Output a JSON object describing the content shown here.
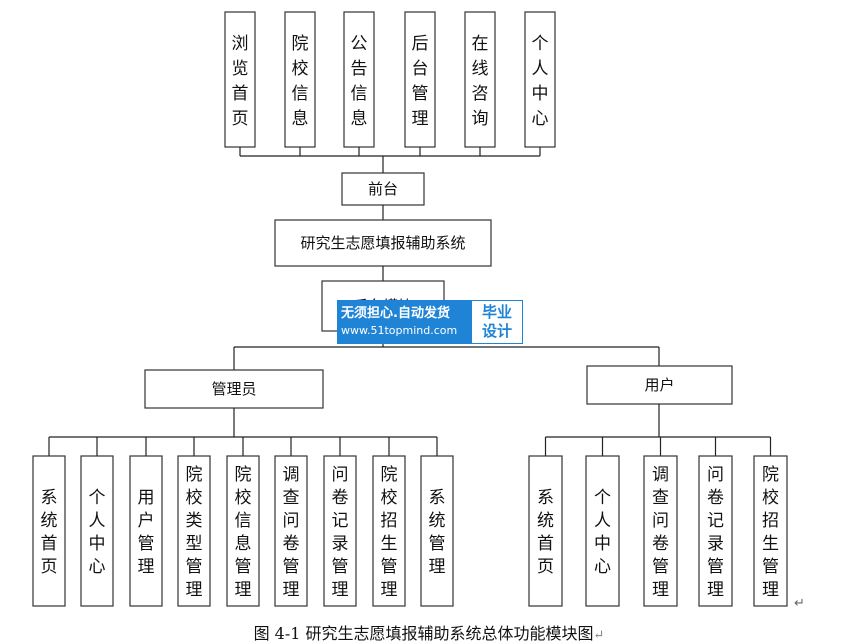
{
  "diagram": {
    "front_modules": [
      "浏览首页",
      "院校信息",
      "公告信息",
      "后台管理",
      "在线咨询",
      "个人中心"
    ],
    "front_label": "前台",
    "system_title": "研究生志愿填报辅助系统",
    "backend_label": "后台模块",
    "roles": [
      {
        "label": "管理员",
        "modules": [
          "系统首页",
          "个人中心",
          "用户管理",
          "院校类型管理",
          "院校信息管理",
          "调查问卷管理",
          "问卷记录管理",
          "院校招生管理",
          "系统管理"
        ]
      },
      {
        "label": "用户",
        "modules": [
          "系统首页",
          "个人中心",
          "调查问卷管理",
          "问卷记录管理",
          "院校招生管理"
        ]
      }
    ]
  },
  "watermark": {
    "line1": "无须担心.自动发货",
    "line2": "www.51topmind.com",
    "badge_top": "毕业",
    "badge_bottom": "设计"
  },
  "caption": "图 4-1 研究生志愿填报辅助系统总体功能模块图",
  "return_mark": "↵"
}
